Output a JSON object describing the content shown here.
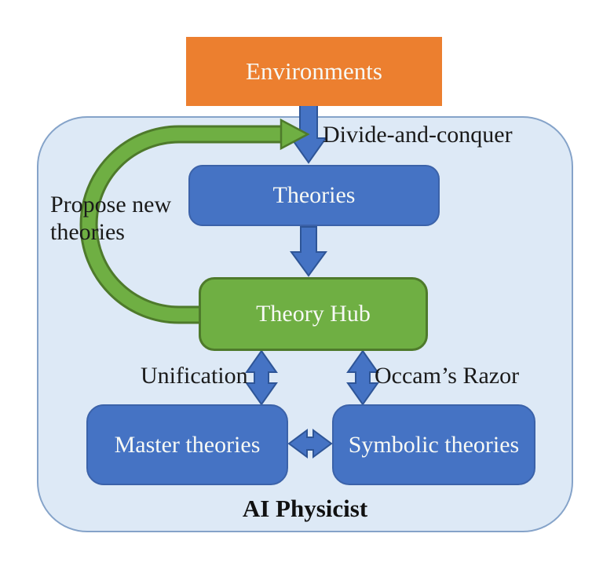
{
  "diagram": {
    "nodes": {
      "environments": {
        "label": "Environments"
      },
      "theories": {
        "label": "Theories"
      },
      "theory_hub": {
        "label": "Theory Hub"
      },
      "master_theories": {
        "label": "Master theories"
      },
      "symbolic_theories": {
        "label": "Symbolic theories"
      }
    },
    "container_label": "AI Physicist",
    "edge_labels": {
      "divide_and_conquer": "Divide-and-conquer",
      "propose_new_theories": "Propose new\ntheories",
      "unification": "Unification",
      "occams_razor": "Occam’s Razor"
    },
    "colors": {
      "environments_fill": "#EC7F2F",
      "node_blue_fill": "#4573C4",
      "node_blue_border": "#3B62A9",
      "green_fill": "#6FAF43",
      "green_border": "#4E7A2B",
      "container_fill": "#DDE9F6",
      "container_border": "#85A3C9",
      "label_text": "#1A1A1A",
      "node_text": "#F7F9F5"
    }
  }
}
